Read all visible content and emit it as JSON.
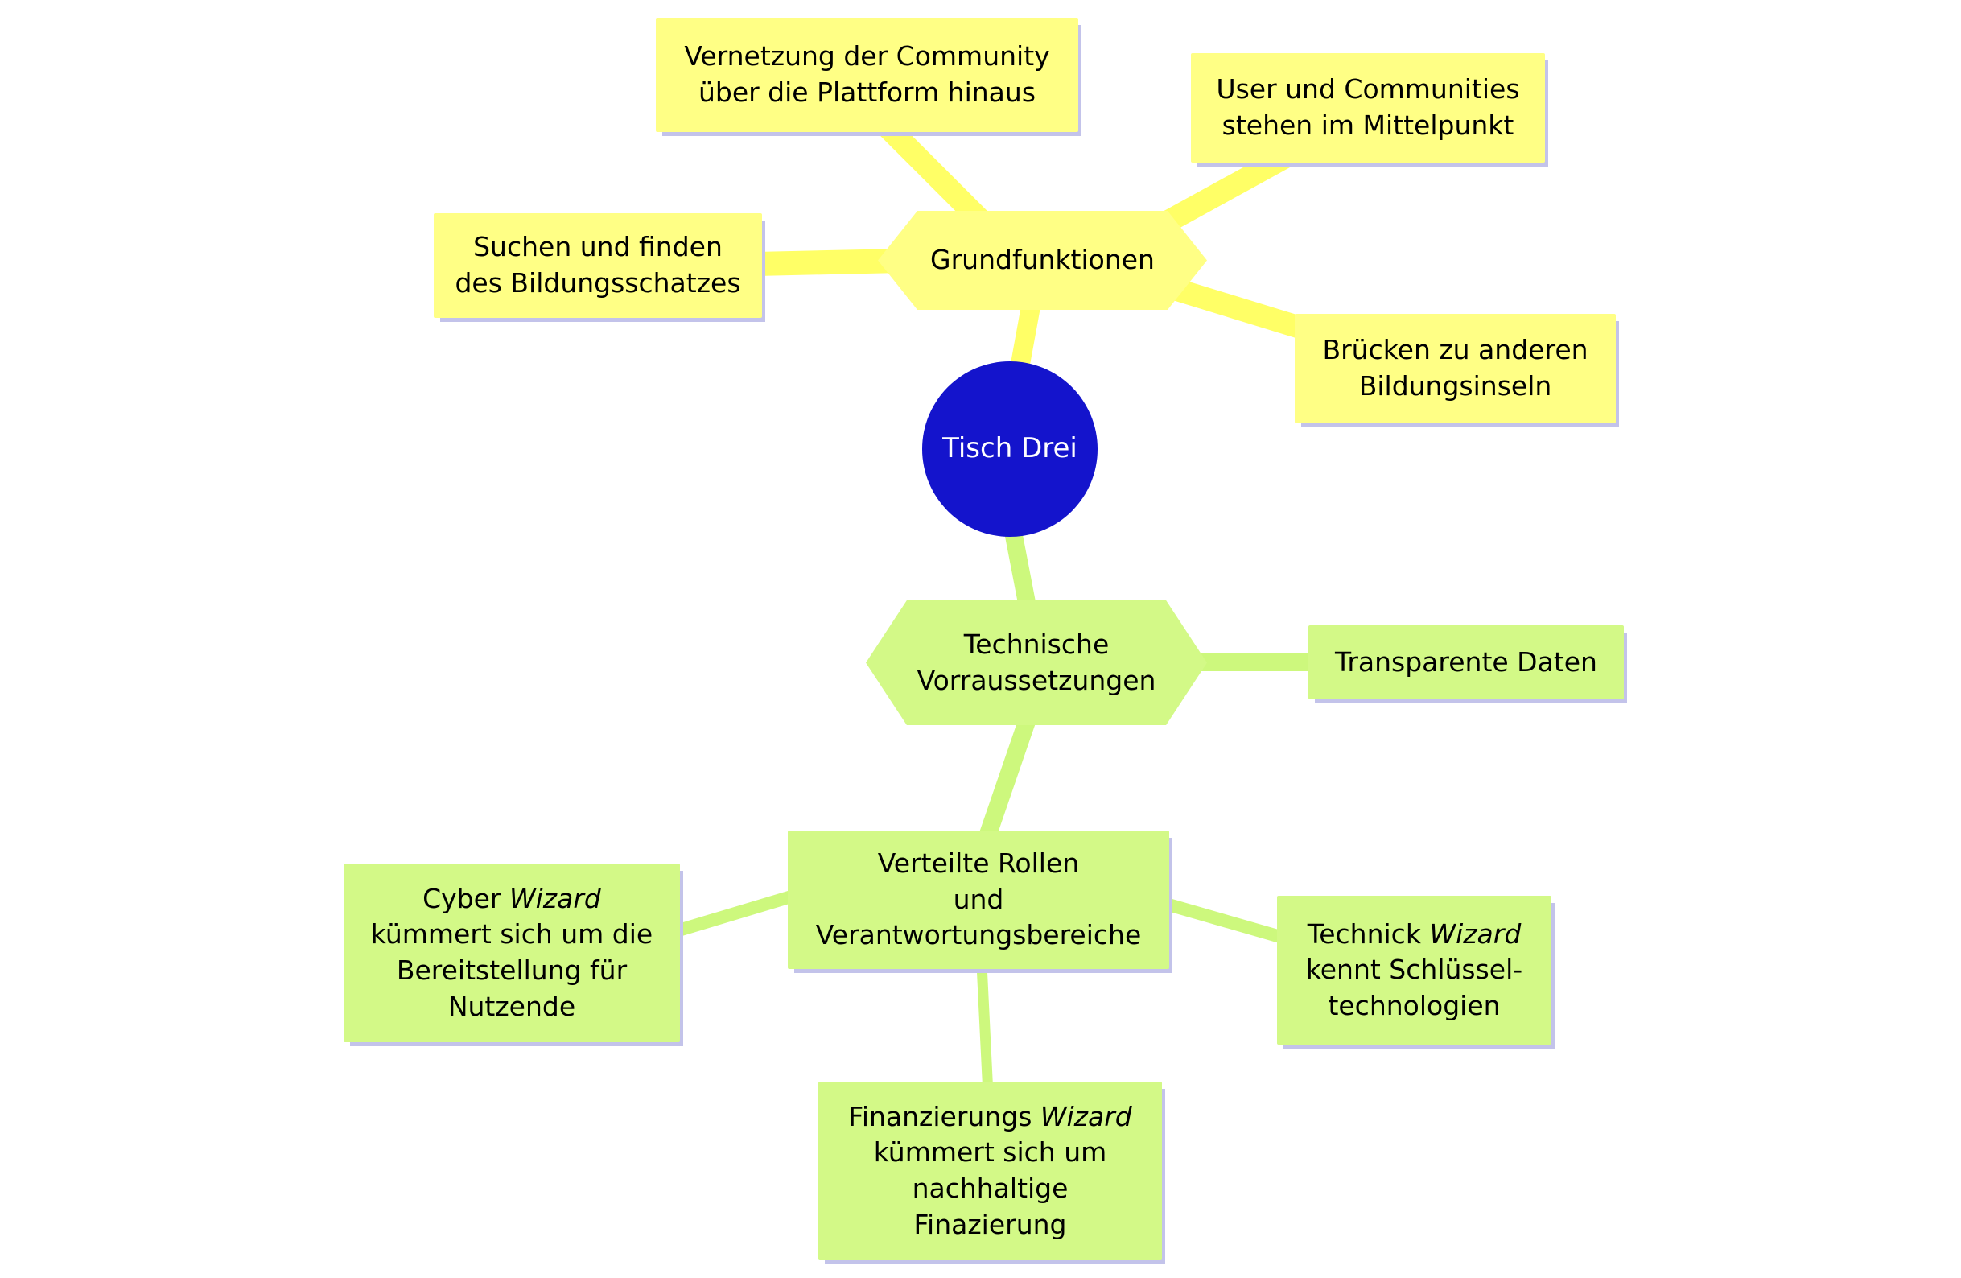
{
  "colors": {
    "background": "#ffffff",
    "yellow_fill": "#ffff85",
    "yellow_line": "#ffff66",
    "green_fill": "#d3f987",
    "green_line": "#cdf87d",
    "center_fill": "#1414cc",
    "center_text": "#ffffff",
    "node_text": "#000000",
    "shadow": "#c3c3ea"
  },
  "nodes": {
    "tisch_drei": {
      "label": "Tisch Drei"
    },
    "grundfunktionen": {
      "label": "Grundfunktionen"
    },
    "vernetzung": {
      "label": "Vernetzung der Community\nüber die Plattform hinaus"
    },
    "user_communities": {
      "label": "User und Communities\nstehen im Mittelpunkt"
    },
    "suchen_finden": {
      "label": "Suchen und finden\ndes Bildungsschatzes"
    },
    "bruecken": {
      "label": "Brücken zu anderen\nBildungsinseln"
    },
    "technische": {
      "label": "Technische\nVorraussetzungen"
    },
    "transparente": {
      "label": "Transparente Daten"
    },
    "verteilte": {
      "label": "Verteilte Rollen\nund\nVerantwortungsbereiche"
    },
    "cyber_wizard": {
      "prefix": "Cyber ",
      "italic": "Wizard",
      "suffix": "\nkümmert sich um die\nBereitstellung für\nNutzende"
    },
    "technick_wizard": {
      "prefix": "Technick ",
      "italic": "Wizard",
      "suffix": "\nkennt Schlüssel-\ntechnologien"
    },
    "finanzierungs_wizard": {
      "prefix": "Finanzierungs ",
      "italic": "Wizard",
      "suffix": "\nkümmert sich um\nnachhaltige\nFinazierung"
    }
  }
}
